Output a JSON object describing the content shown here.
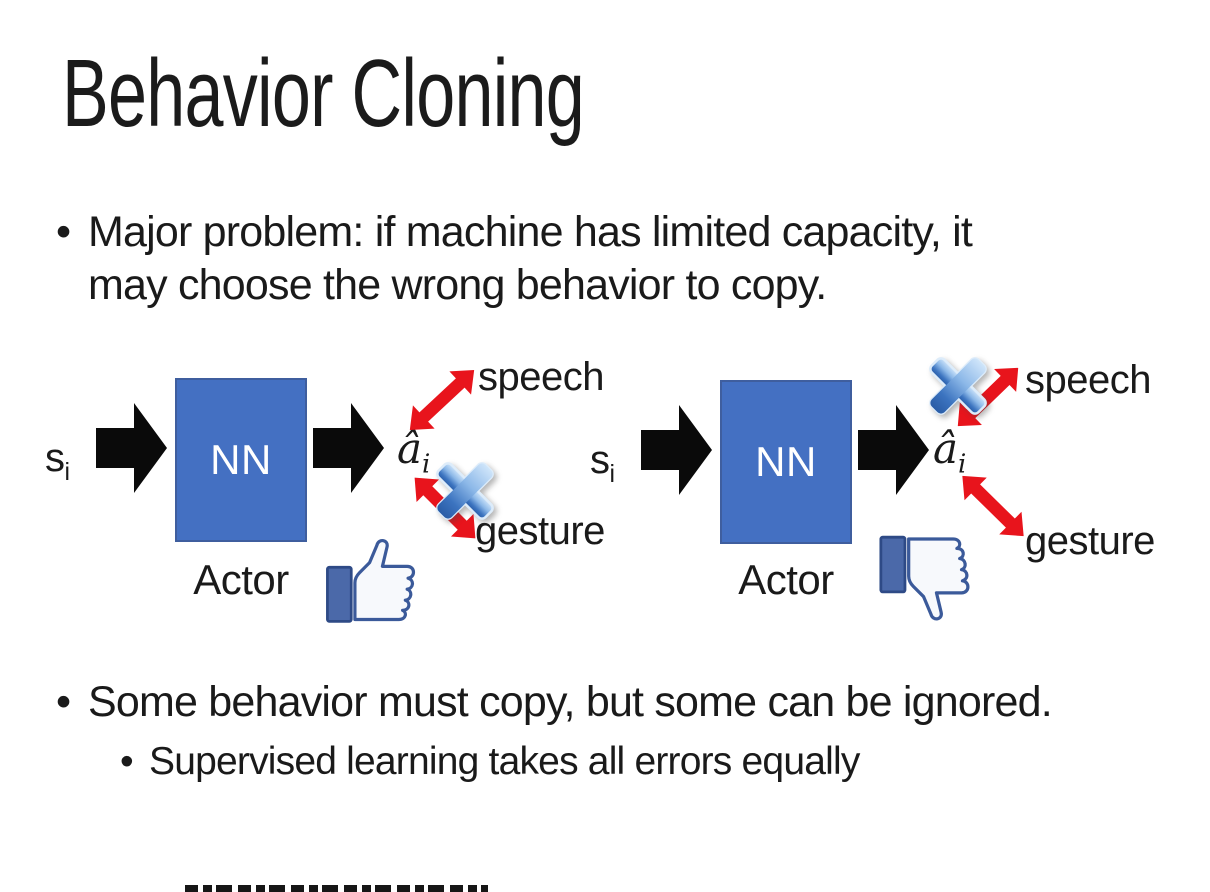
{
  "title": "Behavior Cloning",
  "bullets": {
    "marker": "•",
    "b1_line1": "Major problem: if machine has limited capacity, it",
    "b1_line2": "may choose the wrong behavior to copy.",
    "b2": "Some behavior must copy, but some can be ignored.",
    "b2_sub": "Supervised learning takes all errors equally"
  },
  "diagrams": [
    {
      "side": "left",
      "input_main": "s",
      "input_sub": "i",
      "nn_label": "NN",
      "actor_label": "Actor",
      "output_main": "â",
      "output_sub": "i",
      "speech_label": "speech",
      "gesture_label": "gesture",
      "crossed_out": "gesture",
      "feedback_icon": "thumbs-up"
    },
    {
      "side": "right",
      "input_main": "s",
      "input_sub": "i",
      "nn_label": "NN",
      "actor_label": "Actor",
      "output_main": "â",
      "output_sub": "i",
      "speech_label": "speech",
      "gesture_label": "gesture",
      "crossed_out": "speech",
      "feedback_icon": "thumbs-down"
    }
  ],
  "colors": {
    "background": "#ffffff",
    "text": "#1a1a1a",
    "nn_box_fill": "#4470c2",
    "nn_box_border": "#3f5e9e",
    "nn_text": "#ffffff",
    "flow_arrow_black": "#0a0a0a",
    "relation_arrow_red": "#e8141c",
    "cross_blue_light": "#cfe5fa",
    "cross_blue_dark": "#2a5ca6",
    "thumb_outline": "#3b5a9a",
    "thumb_cuff": "#4b69a9",
    "thumb_fill": "#f7f9fc"
  }
}
